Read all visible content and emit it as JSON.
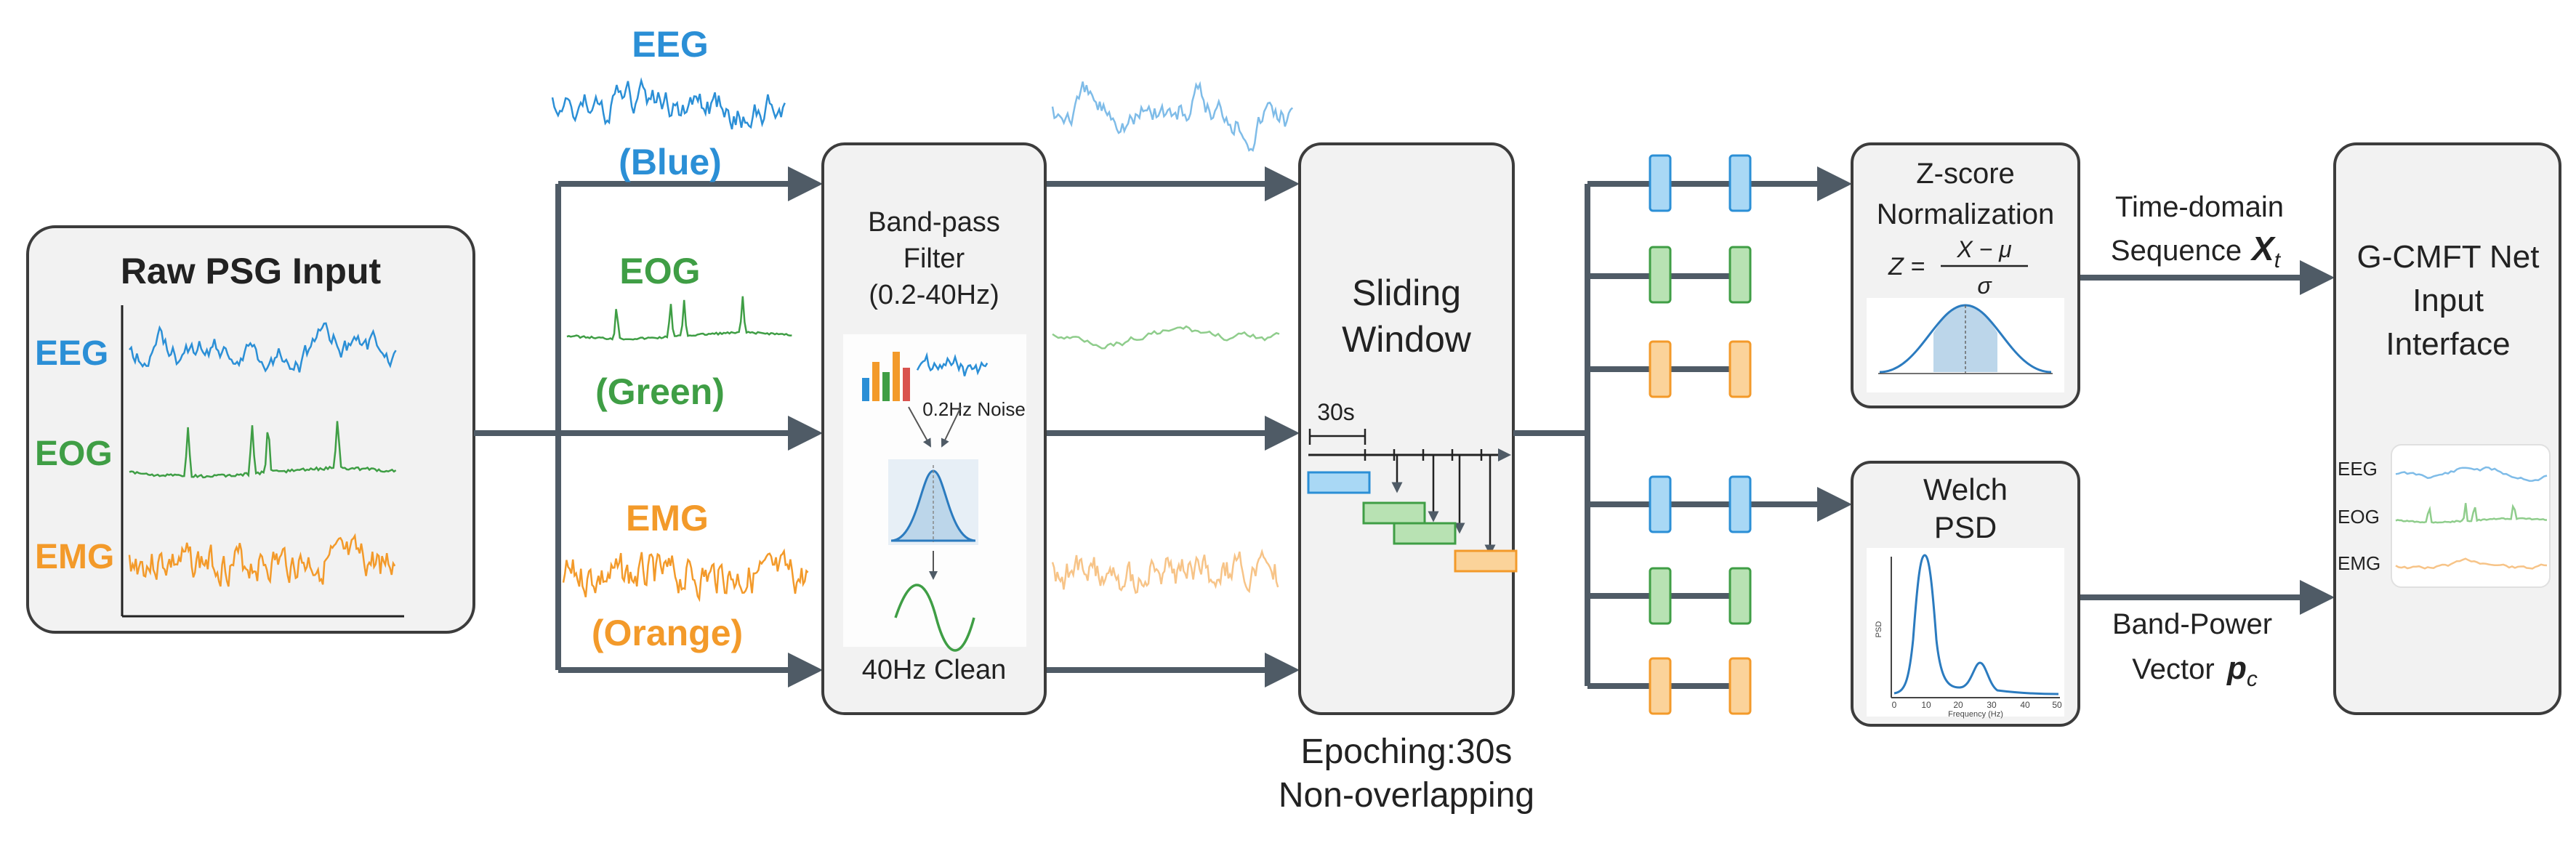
{
  "colors": {
    "eeg": "#2b8fd6",
    "eog": "#3f9e45",
    "emg": "#f39a2a",
    "arrow": "#4f5b66",
    "box_fill": "#f2f2f2",
    "box_stroke": "#3c3c3c",
    "cell_blue": "#a9d8f5",
    "cell_green": "#b8e2b3",
    "cell_orange": "#fbd39a"
  },
  "raw_input": {
    "title": "Raw PSG Input",
    "eeg": "EEG",
    "eog": "EOG",
    "emg": "EMG"
  },
  "channel_labels": {
    "eeg": "EEG",
    "eeg_color": "(Blue)",
    "eog": "EOG",
    "eog_color": "(Green)",
    "emg": "EMG",
    "emg_color": "(Orange)"
  },
  "bandpass": {
    "line1": "Band-pass",
    "line2": "Filter",
    "line3": "(0.2-40Hz)",
    "noise_label": "0.2Hz Noise",
    "clean_label": "40Hz Clean"
  },
  "sliding": {
    "line1": "Sliding",
    "line2": "Window",
    "epoch_label": "30s"
  },
  "epoching": {
    "line1": "Epoching:30s",
    "line2": "Non-overlapping"
  },
  "zscore": {
    "line1": "Z-score",
    "line2": "Normalization"
  },
  "welch": {
    "line1": "Welch",
    "line2": "PSD",
    "axis_x": "Frequency (Hz)",
    "axis_y": "PSD",
    "x_ticks": [
      "0",
      "10",
      "20",
      "30",
      "40",
      "50"
    ]
  },
  "time_domain": {
    "line1": "Time-domain",
    "line2": "Sequence"
  },
  "band_power": {
    "line1": "Band-Power",
    "line2": "Vector"
  },
  "output": {
    "line1": "G-CMFT Net",
    "line2": "Input",
    "line3": "Interface",
    "eeg": "EEG",
    "eog": "EOG",
    "emg": "EMG"
  },
  "icons": [
    "bar-chart-icon",
    "gaussian-filter-icon",
    "sine-wave-icon",
    "bell-curve-icon",
    "psd-plot-icon"
  ]
}
